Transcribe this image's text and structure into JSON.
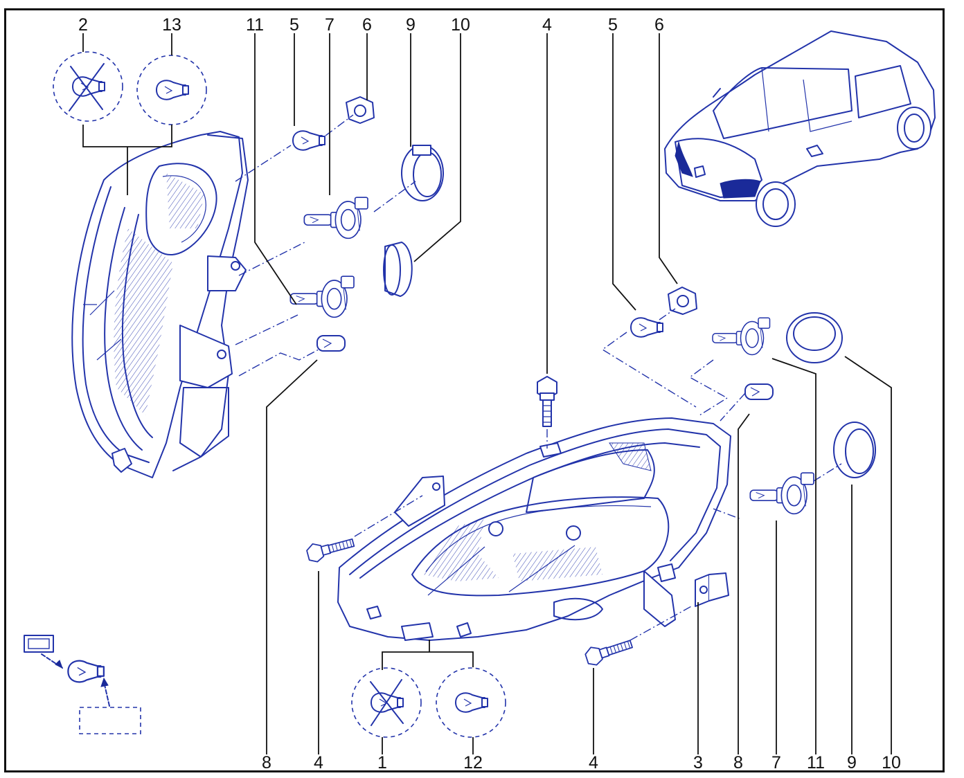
{
  "callouts_top": [
    "2",
    "13",
    "11",
    "5",
    "7",
    "6",
    "9",
    "10",
    "4",
    "5",
    "6"
  ],
  "callouts_bottom": [
    "8",
    "4",
    "1",
    "12",
    "4",
    "3",
    "8",
    "7",
    "11",
    "9",
    "10"
  ],
  "colors": {
    "ink": "#2233aa",
    "frame": "#111111",
    "background": "#ffffff"
  }
}
